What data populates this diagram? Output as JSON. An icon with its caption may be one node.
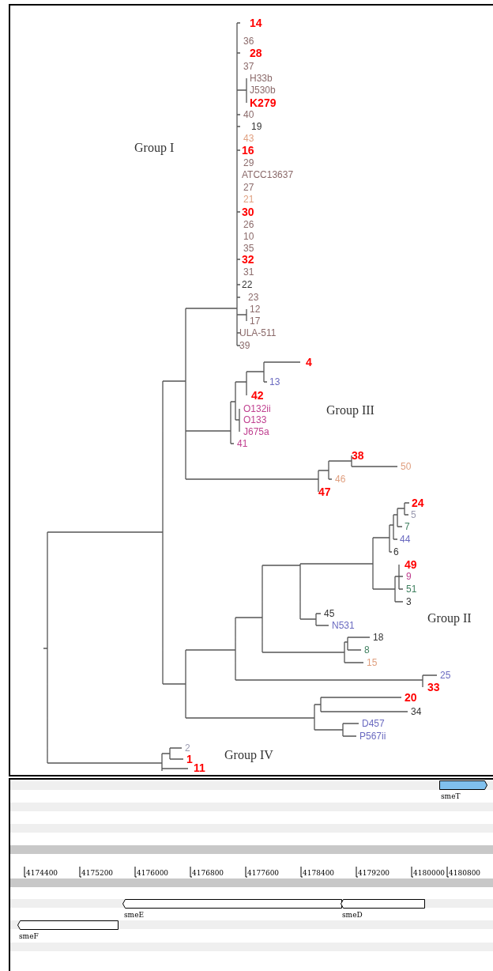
{
  "diagram": {
    "nodes": [
      {
        "text": [
          "smeT"
        ]
      },
      {
        "text": [
          "smeE"
        ]
      },
      {
        "text": [
          "smeD"
        ]
      },
      {
        "text": [
          "smeF"
        ]
      }
    ],
    "labels": [
      "14",
      "36",
      "28",
      "37",
      "H33b",
      "J530b",
      "K279",
      "40",
      "19",
      "43",
      "Group I",
      "16",
      "29",
      "ATCC13637",
      "27",
      "21",
      "30",
      "26",
      "10",
      "35",
      "32",
      "31",
      "22",
      "23",
      "12",
      "17",
      "ULA-511",
      "39",
      "4",
      "13",
      "42",
      "O132ii",
      "Group III",
      "O133",
      "J675a",
      "41",
      "38",
      "50",
      "46",
      "47",
      "24",
      "5",
      "7",
      "44",
      "6",
      "49",
      "9",
      "51",
      "3",
      "45",
      "Group II",
      "N531",
      "18",
      "8",
      "15",
      "25",
      "33",
      "20",
      "34",
      "D457",
      "P567ii",
      "2",
      "1",
      "Group IV",
      "11",
      "4174400",
      "4175200",
      "4176000",
      "4176800",
      "4177600",
      "4178400",
      "4179200",
      "4180000",
      "4180800"
    ]
  }
}
